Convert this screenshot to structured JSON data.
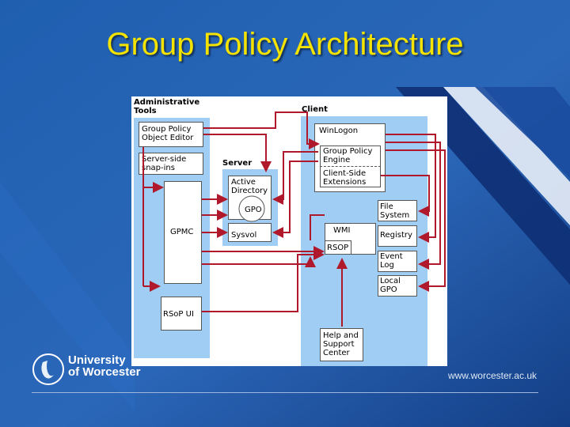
{
  "slide": {
    "title": "Group Policy Architecture",
    "university_line1": "University",
    "university_line2": "of Worcester",
    "url": "www.worcester.ac.uk"
  },
  "diagram": {
    "admin_tools_label": "Administrative\nTools",
    "client_label": "Client",
    "server_label": "Server",
    "gpo_editor": "Group Policy\nObject Editor",
    "server_snapins": "Server-side\nsnap-ins",
    "gpmc": "GPMC",
    "rsop_ui": "RSoP UI",
    "active_directory": "Active\nDirectory",
    "gpo": "GPO",
    "sysvol": "Sysvol",
    "winlogon": "WinLogon",
    "gp_engine": "Group Policy\nEngine",
    "cse": "Client-Side\nExtensions",
    "wmi": "WMI",
    "rsop": "RSOP",
    "file_system": "File\nSystem",
    "registry": "Registry",
    "event_log": "Event\nLog",
    "local_gpo": "Local\nGPO",
    "help_support": "Help and\nSupport\nCenter"
  },
  "colors": {
    "arrow": "#b0192b",
    "panel": "#9fcdf4",
    "title": "#f4e300"
  }
}
